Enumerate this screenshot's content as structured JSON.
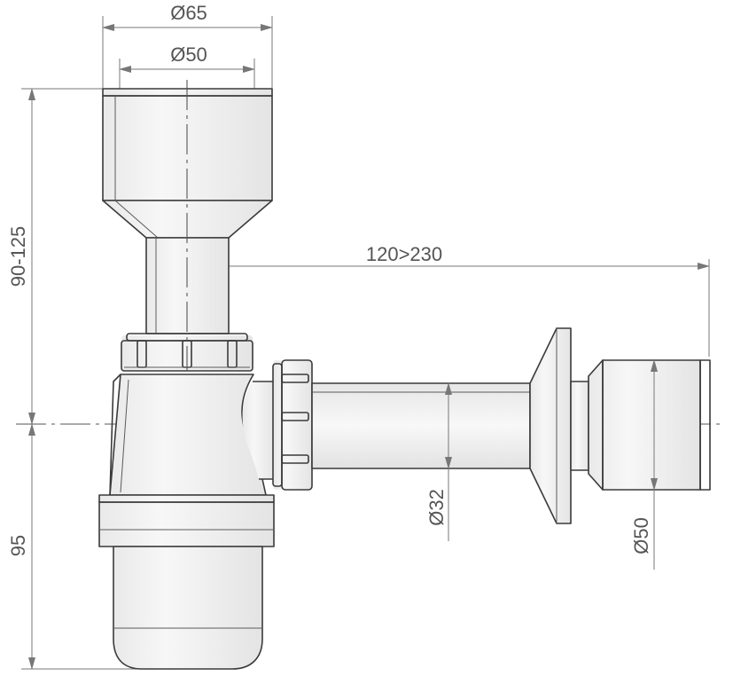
{
  "dimensions": {
    "top_outer_diameter": "65",
    "top_inner_diameter": "50",
    "height_range": "90-125",
    "horizontal_range": "120>230",
    "pipe_diameter": "32",
    "outlet_diameter": "50",
    "bottom_height": "95",
    "diameter_symbol": "Ø"
  }
}
